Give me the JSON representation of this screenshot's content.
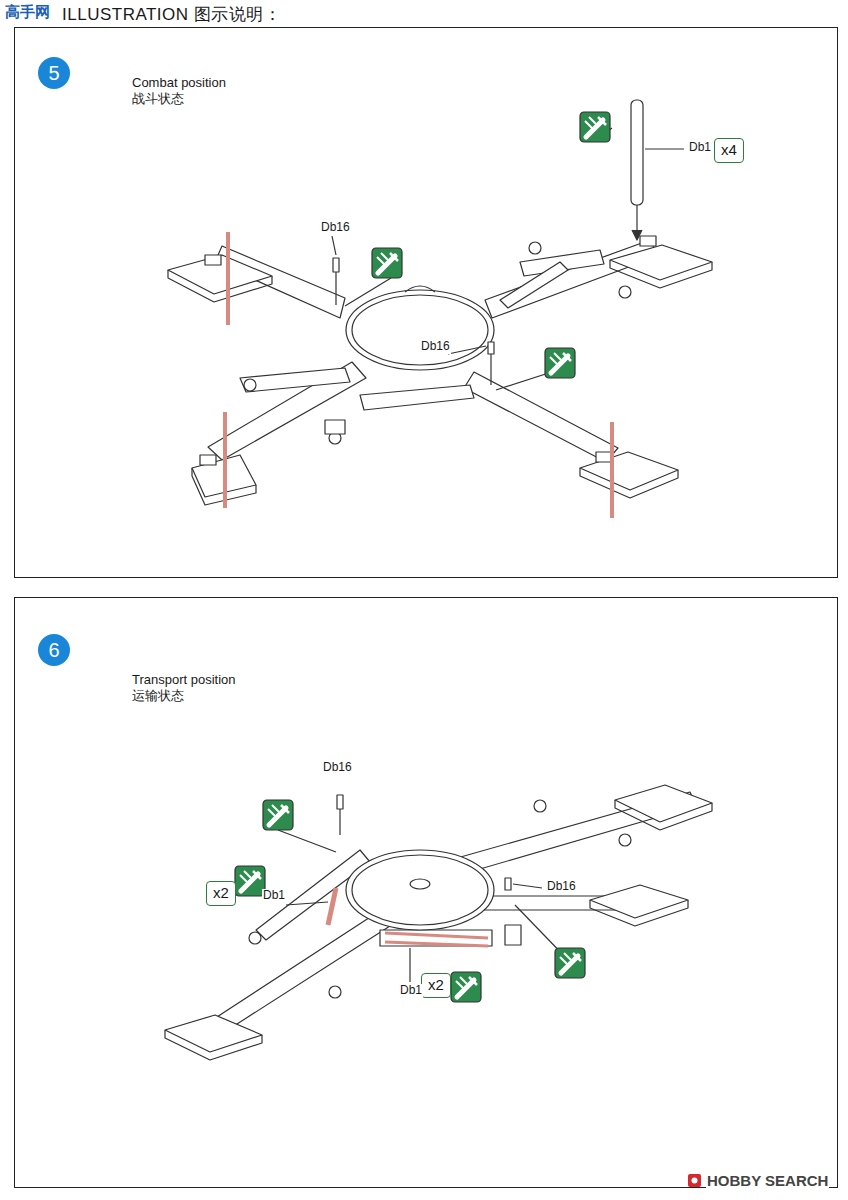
{
  "diagram": {
    "title": "ILLUSTRATION 图示说明：",
    "nodes": [
      {
        "text": [
          "Combat position",
          "战斗状态"
        ]
      },
      {
        "text": [
          "5"
        ],
        "in": 0
      },
      {
        "text": [
          "x4"
        ],
        "in": 0
      },
      {
        "text": [
          "Transport position",
          "运输状态"
        ]
      },
      {
        "text": [
          "6"
        ],
        "in": 3
      },
      {
        "text": [
          "x2"
        ],
        "in": 3
      },
      {
        "text": [
          "x2"
        ],
        "in": 3
      }
    ],
    "labels": [
      "高手网",
      "Db1",
      "Db16",
      "Db16",
      "Db16",
      "Db16",
      "Db1",
      "Db1",
      "HOBBY SEARCH"
    ]
  }
}
